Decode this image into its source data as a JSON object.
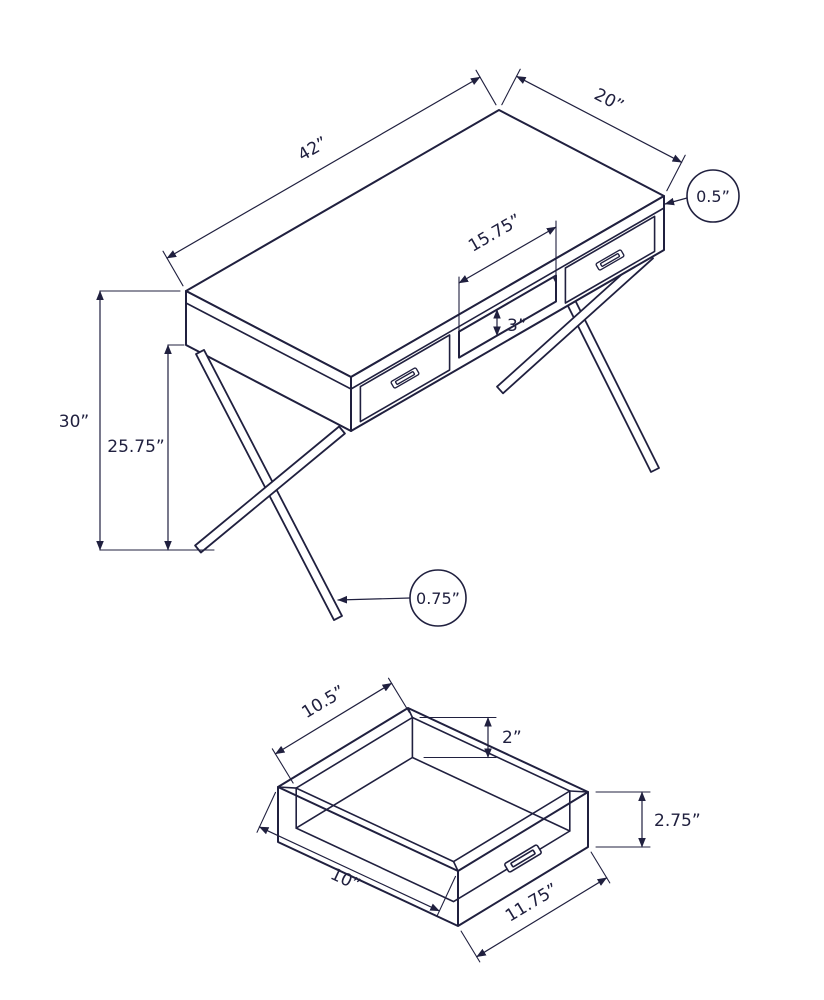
{
  "diagram": {
    "line_color": "#20203f",
    "desk": {
      "top_length": "42”",
      "top_depth": "20”",
      "top_thickness": "0.5”",
      "opening_width": "15.75”",
      "opening_height": "3”",
      "overall_height": "30”",
      "leg_height": "25.75”",
      "leg_tube": "0.75”"
    },
    "drawer": {
      "inner_width": "10.5”",
      "inner_depth": "2”",
      "side_height": "2.75”",
      "depth": "10”",
      "front_width": "11.75”"
    }
  }
}
